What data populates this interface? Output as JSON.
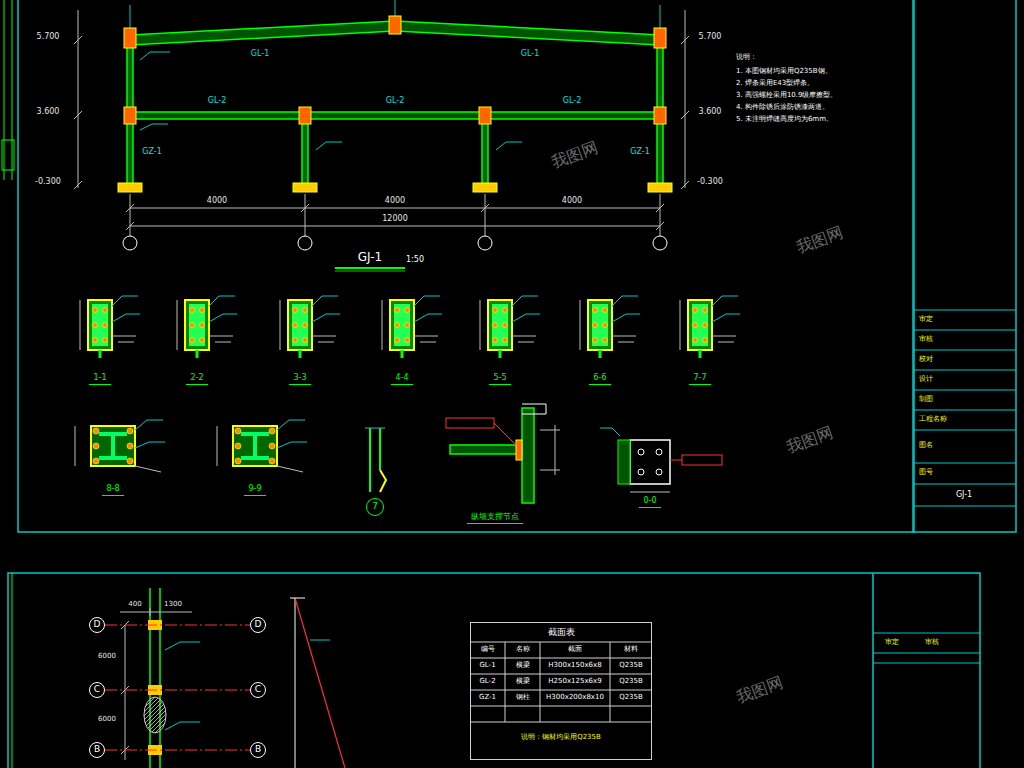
{
  "diagram": {
    "nodes": [
      {
        "text": [
          "1-1"
        ]
      },
      {
        "text": [
          "2-2"
        ]
      },
      {
        "text": [
          "3-3"
        ]
      },
      {
        "text": [
          "4-4"
        ]
      },
      {
        "text": [
          "5-5"
        ]
      },
      {
        "text": [
          "6-6"
        ]
      },
      {
        "text": [
          "7-7"
        ]
      },
      {
        "text": [
          "8-8"
        ]
      },
      {
        "text": [
          "9-9"
        ]
      },
      {
        "text": [
          "纵墙支撑节点"
        ]
      },
      {
        "text": [
          "0-0"
        ]
      },
      {
        "text": [
          "7"
        ]
      },
      {
        "text": [
          "D"
        ]
      },
      {
        "text": [
          "C"
        ]
      },
      {
        "text": [
          "B"
        ]
      },
      {
        "text": [
          "D"
        ]
      },
      {
        "text": [
          "C"
        ]
      },
      {
        "text": [
          "B"
        ]
      },
      {
        "text": [
          "截面表"
        ]
      }
    ],
    "edges": [
      {
        "from": 12,
        "to": 15,
        "arrow": "none"
      },
      {
        "from": 13,
        "to": 16,
        "arrow": "none"
      },
      {
        "from": 14,
        "to": 17,
        "arrow": "none"
      }
    ],
    "labels": [
      "GJ-1",
      "1:50",
      "4000",
      "4000",
      "4000",
      "12000",
      "5.700",
      "3.600",
      "-0.300",
      "5.700",
      "3.600",
      "-0.300",
      "GL-1",
      "GL-1",
      "GL-2",
      "GL-2",
      "GL-2",
      "GZ-1",
      "GZ-1",
      "说明：",
      "1. 本图钢材均采用Q235B钢。",
      "2. 焊条采用E43型焊条。",
      "3. 高强螺栓采用10.9级摩擦型。",
      "4. 构件除锈后涂防锈漆两道。",
      "5. 未注明焊缝高度均为6mm。",
      "审定",
      "审核",
      "校对",
      "设计",
      "制图",
      "工程名称",
      "图名",
      "图号",
      "GJ-1",
      "400",
      "1300",
      "6000",
      "6000",
      "编号",
      "名称",
      "截面",
      "材料",
      "GL-1",
      "横梁",
      "H300x150x6x8",
      "Q235B",
      "GL-2",
      "横梁",
      "H250x125x6x9",
      "Q235B",
      "GZ-1",
      "钢柱",
      "H300x200x8x10",
      "Q235B",
      "说明：钢材均采用Q235B",
      "审定",
      "审核",
      "我图网",
      "我图网",
      "我图网",
      "我图网"
    ]
  }
}
